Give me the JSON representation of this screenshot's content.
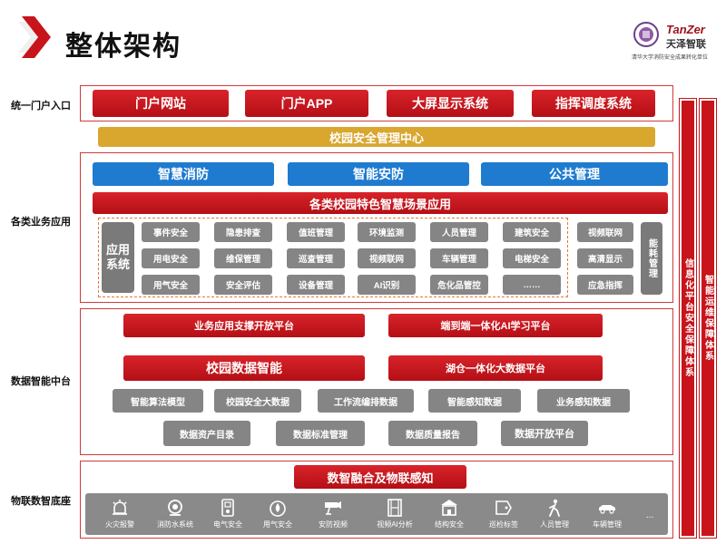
{
  "header": {
    "title": "整体架构",
    "logo_name": "TanZer",
    "logo_cn": "天泽智联",
    "logo_sub": "清华大学消防安全成果转化单位"
  },
  "sections": {
    "portal": "统一门户入口",
    "business": "各类业务应用",
    "data": "数据智能中台",
    "iot": "物联数智底座"
  },
  "portal": {
    "items": [
      "门户网站",
      "门户APP",
      "大屏显示系统",
      "指挥调度系统"
    ],
    "center": "校园安全管理中心"
  },
  "business": {
    "blue": [
      "智慧消防",
      "智能安防",
      "公共管理"
    ],
    "banner": "各类校园特色智慧场景应用",
    "app_system": "应用系统",
    "grid": [
      [
        "事件安全",
        "隐患排查",
        "值班管理",
        "环境监测",
        "人员管理",
        "建筑安全"
      ],
      [
        "用电安全",
        "维保管理",
        "巡查管理",
        "视频联网",
        "车辆管理",
        "电梯安全"
      ],
      [
        "用气安全",
        "安全评估",
        "设备管理",
        "AI识别",
        "危化品管控",
        "……"
      ]
    ],
    "right_col": [
      "视频联网",
      "高清显示",
      "应急指挥"
    ],
    "energy": "能耗管理"
  },
  "data_platform": {
    "row1": [
      "业务应用支撑开放平台",
      "端到端一体化AI学习平台"
    ],
    "row2": [
      "校园数据智能",
      "湖仓一体化大数据平台"
    ],
    "row3": [
      "智能算法模型",
      "校园安全大数据",
      "工作流编排数据",
      "智能感知数据",
      "业务感知数据"
    ],
    "row4": [
      "数据资产目录",
      "数据标准管理",
      "数据质量报告",
      "数据开放平台"
    ]
  },
  "iot": {
    "banner": "数智融合及物联感知",
    "items": [
      {
        "label": "火灾报警",
        "icon": "fire-alarm-icon"
      },
      {
        "label": "消防水系统",
        "icon": "water-system-icon"
      },
      {
        "label": "电气安全",
        "icon": "electric-icon"
      },
      {
        "label": "用气安全",
        "icon": "gas-icon"
      },
      {
        "label": "安防视频",
        "icon": "camera-icon"
      },
      {
        "label": "视频AI分析",
        "icon": "film-icon"
      },
      {
        "label": "结构安全",
        "icon": "building-icon"
      },
      {
        "label": "巡检标签",
        "icon": "tag-icon"
      },
      {
        "label": "人员管理",
        "icon": "person-icon"
      },
      {
        "label": "车辆管理",
        "icon": "car-icon"
      }
    ],
    "more": "..."
  },
  "side": {
    "left": "信息化平台安全保障体系",
    "right": "智能运维保障体系"
  },
  "colors": {
    "red": "#c8141b",
    "blue": "#1f7bd0",
    "gold": "#d9a62e",
    "gray": "#858585"
  }
}
